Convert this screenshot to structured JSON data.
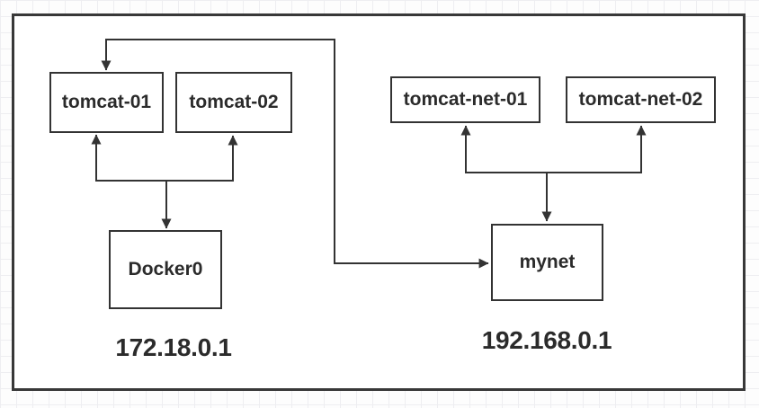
{
  "diagram": {
    "nodes": [
      {
        "id": "tomcat-01",
        "label": "tomcat-01"
      },
      {
        "id": "tomcat-02",
        "label": "tomcat-02"
      },
      {
        "id": "tomcat-net-01",
        "label": "tomcat-net-01"
      },
      {
        "id": "tomcat-net-02",
        "label": "tomcat-net-02"
      },
      {
        "id": "docker0",
        "label": "Docker0"
      },
      {
        "id": "mynet",
        "label": "mynet"
      }
    ],
    "ip_labels": {
      "docker0": "172.18.0.1",
      "mynet": "192.168.0.1"
    },
    "colors": {
      "stroke": "#333333",
      "text": "#2b2b2b",
      "frame_border": "#383838",
      "grid_line": "#eeeef1",
      "background": "#ffffff"
    },
    "connections": [
      {
        "from": "docker0",
        "to": "tomcat-01",
        "type": "arrow-up"
      },
      {
        "from": "docker0",
        "to": "tomcat-02",
        "type": "arrow-up"
      },
      {
        "from": "branch-left",
        "to": "docker0",
        "type": "arrow-down"
      },
      {
        "from": "mynet",
        "to": "tomcat-net-01",
        "type": "arrow-up"
      },
      {
        "from": "mynet",
        "to": "tomcat-net-02",
        "type": "arrow-up"
      },
      {
        "from": "branch-right",
        "to": "mynet",
        "type": "arrow-down"
      },
      {
        "from": "tomcat-01",
        "to": "mynet",
        "type": "double-arrow-link"
      }
    ]
  }
}
